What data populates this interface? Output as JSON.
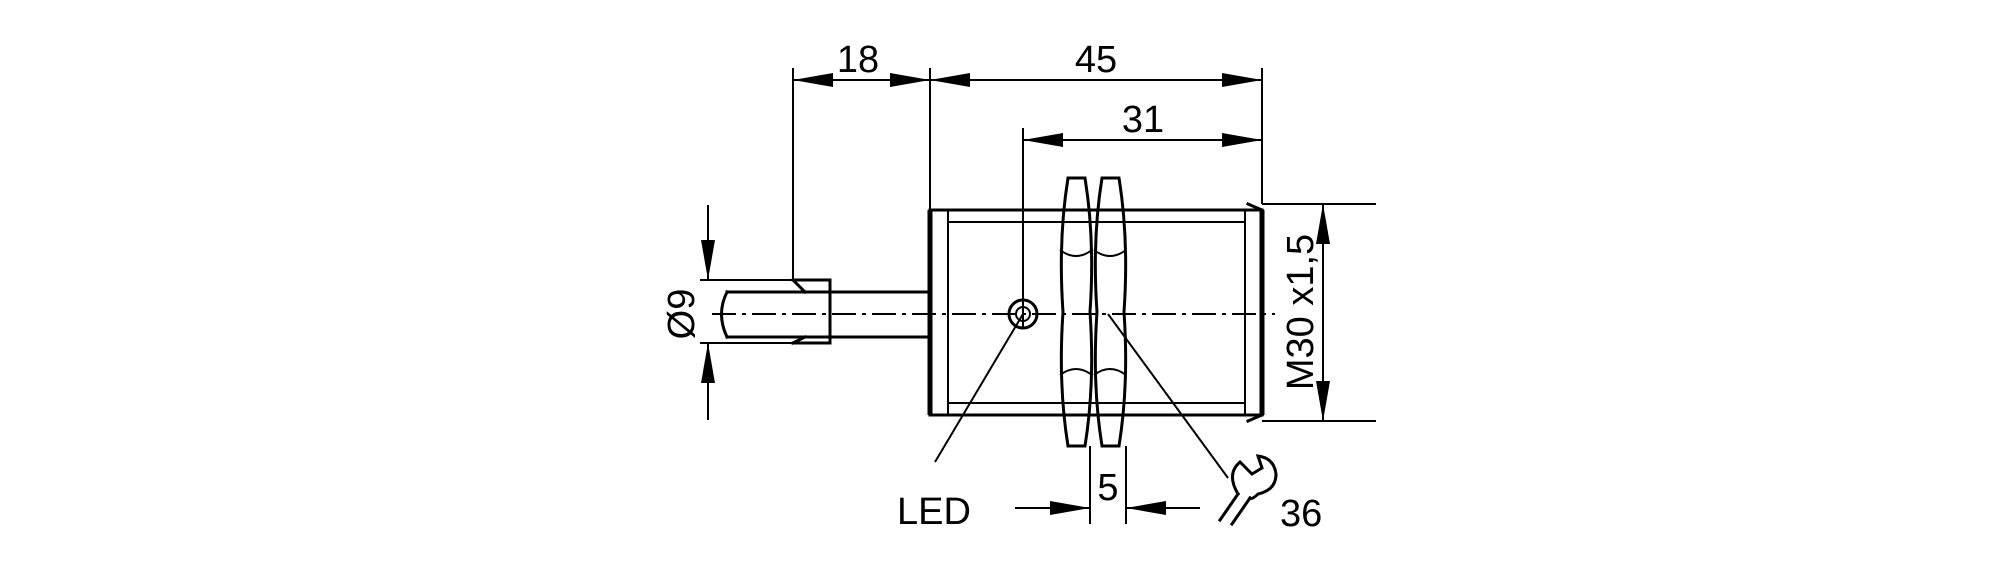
{
  "labels": {
    "dim_18": "18",
    "dim_45": "45",
    "dim_31": "31",
    "dim_5": "5",
    "dim_diameter": "Ø9",
    "dim_thread": "M30 x1,5",
    "led": "LED",
    "wrench_size": "36"
  },
  "icons": [
    "wrench-icon",
    "diameter-symbol"
  ]
}
